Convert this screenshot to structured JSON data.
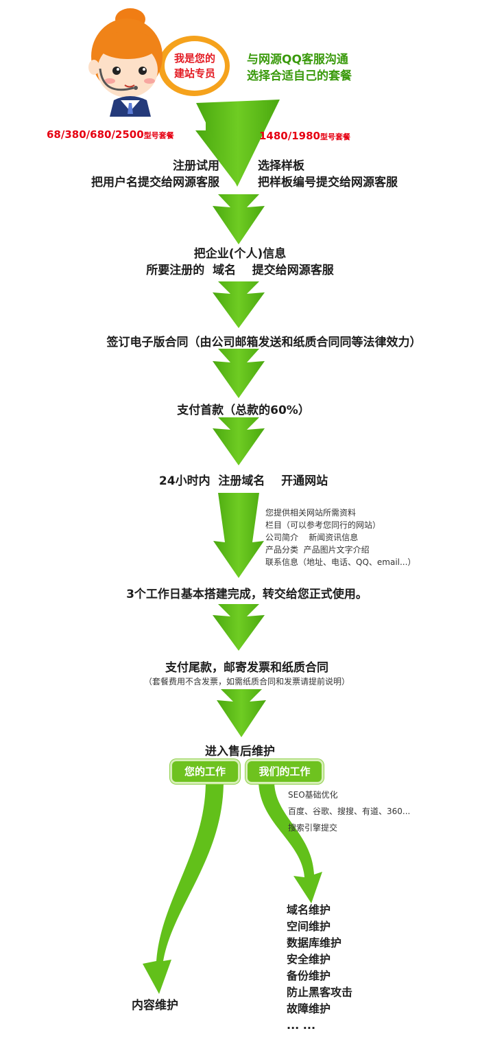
{
  "mascot": {
    "bubble_line1": "我是您的",
    "bubble_line2": "建站专员"
  },
  "intro": {
    "line1": "与网源QQ客服沟通",
    "line2": "选择合适自己的套餐"
  },
  "packages": {
    "left": {
      "codes": "68/380/680/2500",
      "suffix": "型号套餐"
    },
    "right": {
      "codes": "1480/1980",
      "suffix": "型号套餐"
    }
  },
  "branch_left": {
    "line1": "注册试用",
    "line2": "把用户名提交给网源客服"
  },
  "branch_right": {
    "line1": "选择样板",
    "line2": "把样板编号提交给网源客服"
  },
  "steps": [
    {
      "line1": "把企业(个人)信息",
      "line2": "所要注册的  域名    提交给网源客服"
    },
    {
      "text": "签订电子版合同（由公司邮箱发送和纸质合同同等法律效力）"
    },
    {
      "text": "支付首款（总款的60%）"
    },
    {
      "text": "24小时内  注册域名    开通网站"
    },
    {
      "text": "3个工作日基本搭建完成，转交给您正式使用。"
    },
    {
      "text": "支付尾款，邮寄发票和纸质合同",
      "note": "（套餐费用不含发票，如需纸质合同和发票请提前说明）"
    }
  ],
  "materials": [
    "您提供相关网站所需资料",
    "栏目（可以参考您同行的网站）",
    "公司简介    新闻资讯信息",
    "产品分类  产品图片文字介绍",
    "联系信息（地址、电话、QQ、email...）"
  ],
  "after_sales": {
    "title": "进入售后维护",
    "your_work": "您的工作",
    "our_work": "我们的工作",
    "seo": [
      "SEO基础优化",
      "百度、谷歌、搜搜、有道、360...",
      "搜索引擎提交"
    ],
    "your_result": "内容维护",
    "our_results": [
      "域名维护",
      "空间维护",
      "数据库维护",
      "安全维护",
      "备份维护",
      "防止黑客攻击",
      "故障维护",
      "... ..."
    ]
  },
  "colors": {
    "arrow": "#5bbd17",
    "arrow_edge": "#449a0c",
    "bubble": "#f5a21c",
    "red": "#e60012",
    "green_text": "#3a9a0c"
  }
}
